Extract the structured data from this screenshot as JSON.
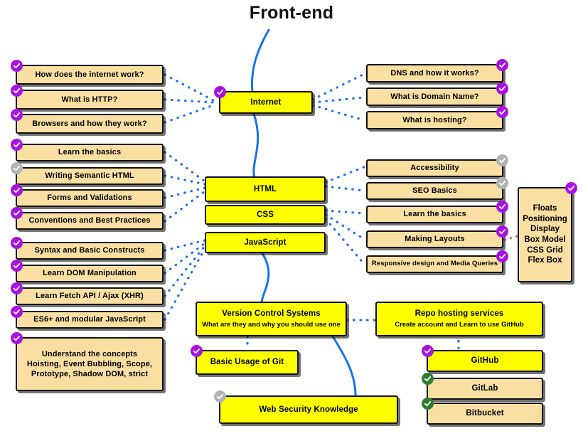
{
  "title": "Front-end",
  "colors": {
    "primary_fill": "#ffff00",
    "sub_fill": "#fadfa3",
    "outline": "#111111",
    "badge_done": "#a812e0",
    "badge_green": "#2e7d32",
    "badge_pending": "#b3b3b3",
    "spine": "#1a73e8",
    "dotted": "#1a73e8",
    "dotted_alt": "#e05bd0"
  },
  "spine": {
    "label": "main-roadmap-path",
    "nodes": [
      {
        "name": "internet",
        "label": "Internet",
        "badge": "done"
      },
      {
        "name": "html",
        "label": "HTML",
        "badge": "none"
      },
      {
        "name": "css",
        "label": "CSS",
        "badge": "none"
      },
      {
        "name": "javascript",
        "label": "JavaScript",
        "badge": "none"
      }
    ]
  },
  "groups": {
    "internet_left": {
      "name": "internet-prerequisites",
      "items": [
        {
          "label": "How does the internet work?",
          "badge": "done"
        },
        {
          "label": "What is HTTP?",
          "badge": "done"
        },
        {
          "label": "Browsers and how they work?",
          "badge": "done"
        }
      ]
    },
    "internet_right": {
      "name": "internet-topics",
      "items": [
        {
          "label": "DNS and how it works?",
          "badge": "done"
        },
        {
          "label": "What is Domain Name?",
          "badge": "done"
        },
        {
          "label": "What is hosting?",
          "badge": "done"
        }
      ]
    },
    "html_left": {
      "name": "html-topics",
      "items": [
        {
          "label": "Learn the basics",
          "badge": "done"
        },
        {
          "label": "Writing Semantic HTML",
          "badge": "pending"
        },
        {
          "label": "Forms and Validations",
          "badge": "done"
        },
        {
          "label": "Conventions and Best Practices",
          "badge": "done"
        }
      ]
    },
    "html_right": {
      "name": "html-quality-topics",
      "items": [
        {
          "label": "Accessibility",
          "badge": "pending"
        },
        {
          "label": "SEO Basics",
          "badge": "pending"
        }
      ]
    },
    "css_right": {
      "name": "css-topics",
      "items": [
        {
          "label": "Learn the basics",
          "badge": "done",
          "small": false
        },
        {
          "label": "Making Layouts",
          "badge": "done",
          "small": false
        },
        {
          "label": "Responsive design and Media Queries",
          "badge": "done",
          "small": true
        }
      ]
    },
    "css_properties": {
      "name": "css-layout-properties",
      "badge": "done",
      "lines": [
        "Floats",
        "Positioning",
        "Display",
        "Box Model",
        "CSS Grid",
        "Flex Box"
      ]
    },
    "js_left": {
      "name": "javascript-topics",
      "items": [
        {
          "label": "Syntax and Basic Constructs",
          "badge": "done"
        },
        {
          "label": "Learn DOM Manipulation",
          "badge": "done"
        },
        {
          "label": "Learn Fetch API / Ajax (XHR)",
          "badge": "done"
        },
        {
          "label": "ES6+ and modular JavaScript",
          "badge": "done"
        }
      ]
    },
    "js_concepts": {
      "name": "javascript-concepts",
      "badge": "done",
      "lines": [
        "Understand the concepts",
        "Hoisting, Event Bubbling, Scope,",
        "Prototype, Shadow DOM, strict"
      ]
    },
    "repo_services": {
      "name": "repo-hosting-options",
      "items": [
        {
          "label": "GitHub",
          "badge": "done",
          "fill": "primary"
        },
        {
          "label": "GitLab",
          "badge": "green",
          "fill": "sub"
        },
        {
          "label": "Bitbucket",
          "badge": "green",
          "fill": "sub"
        }
      ]
    }
  },
  "bottom": {
    "version_control": {
      "name": "version-control-systems",
      "title": "Version Control Systems",
      "desc": "What are they and why you should use one",
      "badge": "none"
    },
    "repo_hosting": {
      "name": "repo-hosting-services",
      "title": "Repo hosting services",
      "desc": "Create account and Learn to use GitHub",
      "badge": "none"
    },
    "basic_git": {
      "name": "basic-usage-of-git",
      "title": "Basic Usage of Git",
      "badge": "done"
    },
    "web_security": {
      "name": "web-security-knowledge",
      "title": "Web Security Knowledge",
      "badge": "pending"
    }
  }
}
